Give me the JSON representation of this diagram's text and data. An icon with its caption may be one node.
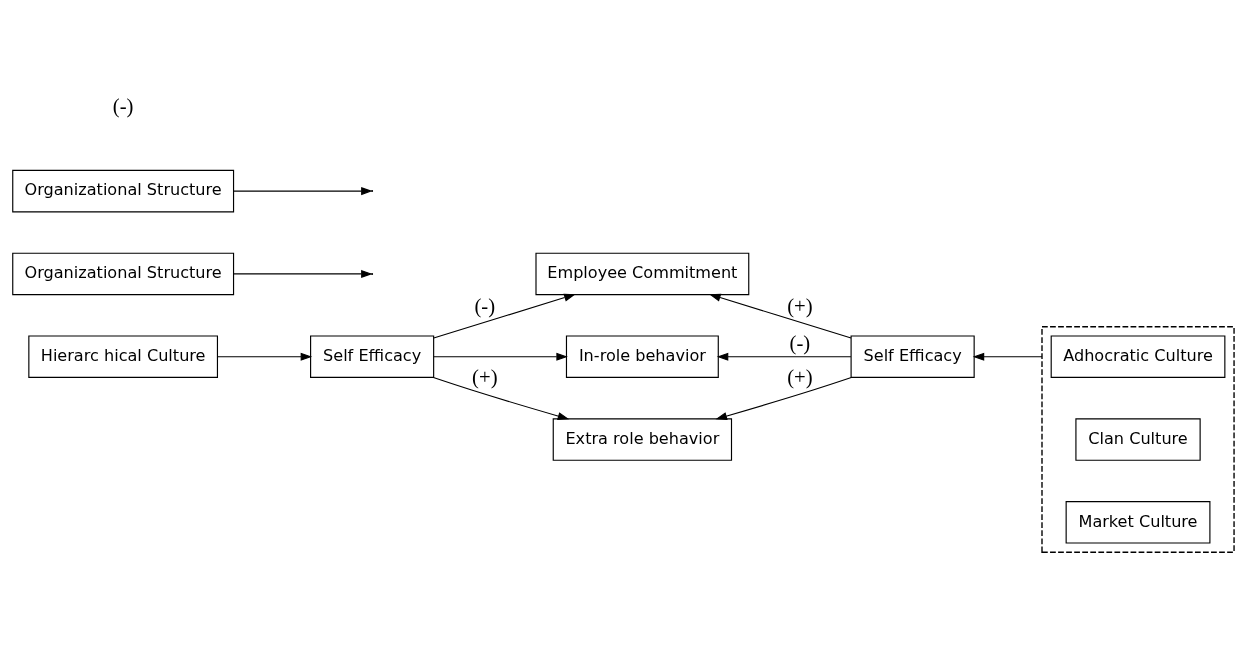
{
  "diagram": {
    "nodes": [
      {
        "text": [
          "Hierarc hical Culture"
        ]
      },
      {
        "text": [
          "Self Efficacy"
        ]
      },
      {
        "text": [
          "Employee Commitment"
        ]
      },
      {
        "text": [
          "In-role behavior"
        ]
      },
      {
        "text": [
          "Extra role behavior"
        ]
      },
      {
        "text": [
          "Self Efficacy"
        ]
      },
      {
        "text": [
          "Organizational Structure"
        ]
      },
      {
        "text": [
          "Organizational Structure"
        ]
      },
      {
        "text": [],
        "shape": "box"
      },
      {
        "text": [
          "Adhocratic Culture"
        ],
        "in": 8
      },
      {
        "text": [
          "Clan Culture"
        ],
        "in": 8
      },
      {
        "text": [
          "Market Culture"
        ],
        "in": 8
      }
    ],
    "edges": [
      {
        "from": 0,
        "to": 1,
        "arrow": "to"
      },
      {
        "from": 6,
        "to": null,
        "arrow": "to"
      },
      {
        "from": 1,
        "to": 2,
        "arrow": "to",
        "label": "(-)"
      },
      {
        "from": 1,
        "to": 3,
        "arrow": "to"
      },
      {
        "from": 1,
        "to": 4,
        "arrow": "to",
        "label": "(+)"
      },
      {
        "from": 5,
        "to": 2,
        "arrow": "to",
        "label": "(+)"
      },
      {
        "from": 5,
        "to": 3,
        "arrow": "to",
        "label": "(-)"
      },
      {
        "from": 5,
        "to": 4,
        "arrow": "to",
        "label": "(+)"
      },
      {
        "from": 8,
        "to": 5,
        "arrow": "to"
      },
      {
        "from": 7,
        "to": null,
        "arrow": "to"
      }
    ],
    "labels": [
      "(-)"
    ]
  }
}
